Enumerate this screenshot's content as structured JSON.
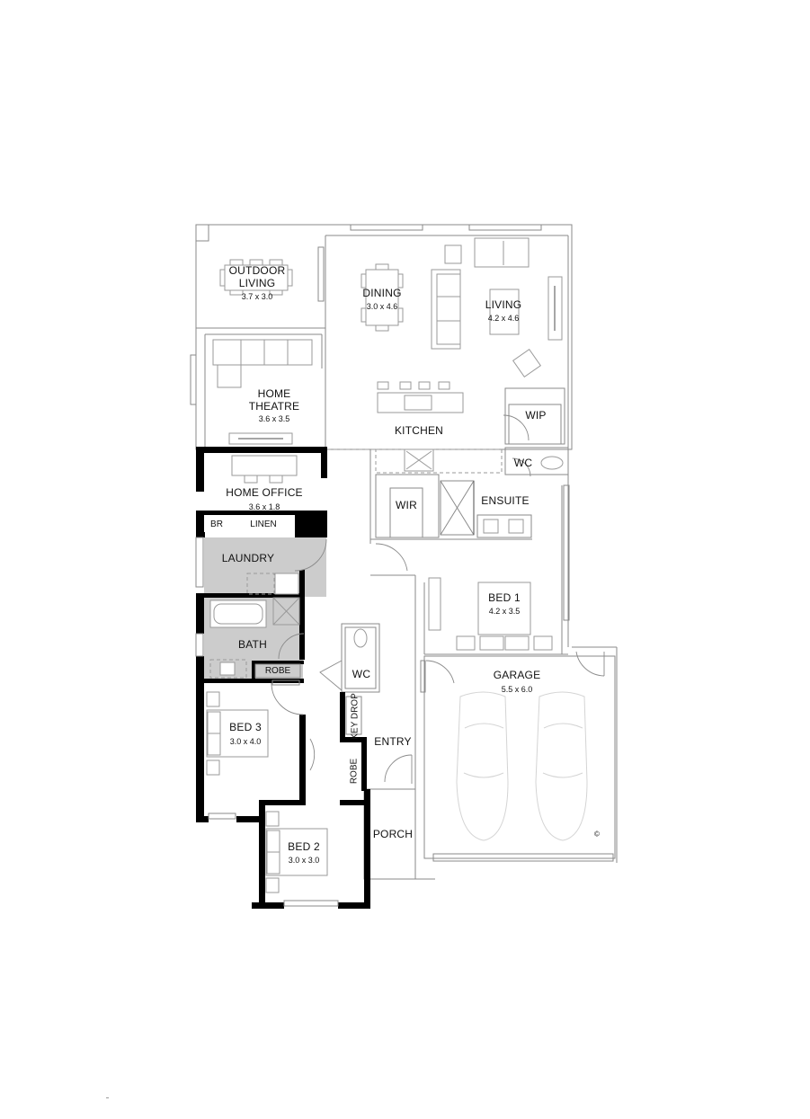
{
  "plan": {
    "type": "floor plan",
    "rooms": [
      {
        "id": "outdoor-living",
        "name": "OUTDOOR LIVING",
        "line1": "OUTDOOR",
        "line2": "LIVING",
        "size": "3.7 x 3.0"
      },
      {
        "id": "dining",
        "name": "DINING",
        "size": "3.0 x 4.6"
      },
      {
        "id": "living",
        "name": "LIVING",
        "size": "4.2 x 4.6"
      },
      {
        "id": "home-theatre",
        "name": "HOME THEATRE",
        "line1": "HOME",
        "line2": "THEATRE",
        "size": "3.6 x 3.5"
      },
      {
        "id": "kitchen",
        "name": "KITCHEN"
      },
      {
        "id": "wip",
        "name": "WIP"
      },
      {
        "id": "wc-ensuite",
        "name": "WC"
      },
      {
        "id": "home-office",
        "name": "HOME OFFICE",
        "size": "3.6 x 1.8"
      },
      {
        "id": "br",
        "name": "BR"
      },
      {
        "id": "linen",
        "name": "LINEN"
      },
      {
        "id": "wir",
        "name": "WIR"
      },
      {
        "id": "ensuite",
        "name": "ENSUITE"
      },
      {
        "id": "laundry",
        "name": "LAUNDRY"
      },
      {
        "id": "bed-1",
        "name": "BED 1",
        "size": "4.2 x 3.5"
      },
      {
        "id": "bath",
        "name": "BATH"
      },
      {
        "id": "robe-bath",
        "name": "ROBE"
      },
      {
        "id": "wc-entry",
        "name": "WC"
      },
      {
        "id": "garage",
        "name": "GARAGE",
        "size": "5.5 x 6.0"
      },
      {
        "id": "key-drop",
        "name": "KEY DROP"
      },
      {
        "id": "bed-3",
        "name": "BED 3",
        "size": "3.0 x 4.0"
      },
      {
        "id": "entry",
        "name": "ENTRY"
      },
      {
        "id": "robe-bed2",
        "name": "ROBE"
      },
      {
        "id": "porch",
        "name": "PORCH"
      },
      {
        "id": "bed-2",
        "name": "BED 2",
        "size": "3.0 x 3.0"
      }
    ],
    "garage_symbol": "©",
    "colors": {
      "wall": "#000000",
      "line": "#8a8a8a",
      "wet_area": "#cccccc",
      "background": "#ffffff"
    }
  }
}
